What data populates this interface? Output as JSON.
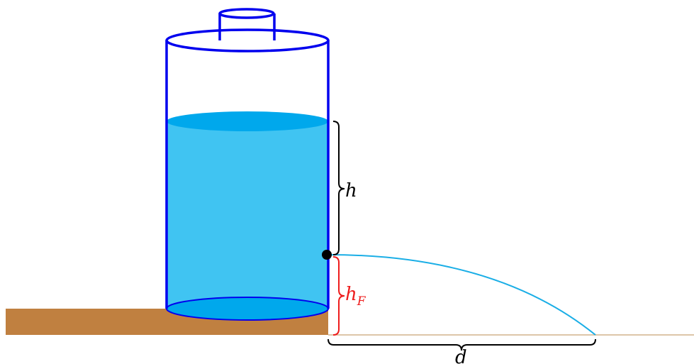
{
  "labels": {
    "water_height": "h",
    "hole_height_base": "h",
    "hole_height_sub": "F",
    "distance": "d"
  },
  "colors": {
    "tank_outline": "#0000ee",
    "water_body": "#40c4f2",
    "water_surface": "#00a8ec",
    "jet": "#1aaee6",
    "ground": "#c08040",
    "ground_line": "#d2b48c",
    "brace_h": "#000000",
    "brace_hF": "#ee1c1c",
    "brace_d": "#000000",
    "hole": "#000000"
  }
}
